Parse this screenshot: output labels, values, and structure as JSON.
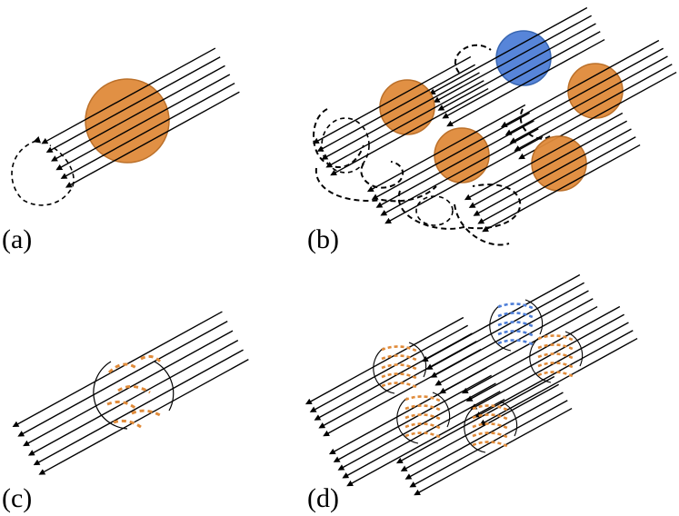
{
  "panels": [
    {
      "id": "a",
      "label": "(a)"
    },
    {
      "id": "b",
      "label": "(b)"
    },
    {
      "id": "c",
      "label": "(c)"
    },
    {
      "id": "d",
      "label": "(d)"
    }
  ],
  "colors": {
    "orange_particle": "#e08b3a",
    "orange_edge": "#b8691f",
    "blue_particle": "#4f7fd8",
    "blue_edge": "#2f5fae",
    "line": "#000000"
  }
}
